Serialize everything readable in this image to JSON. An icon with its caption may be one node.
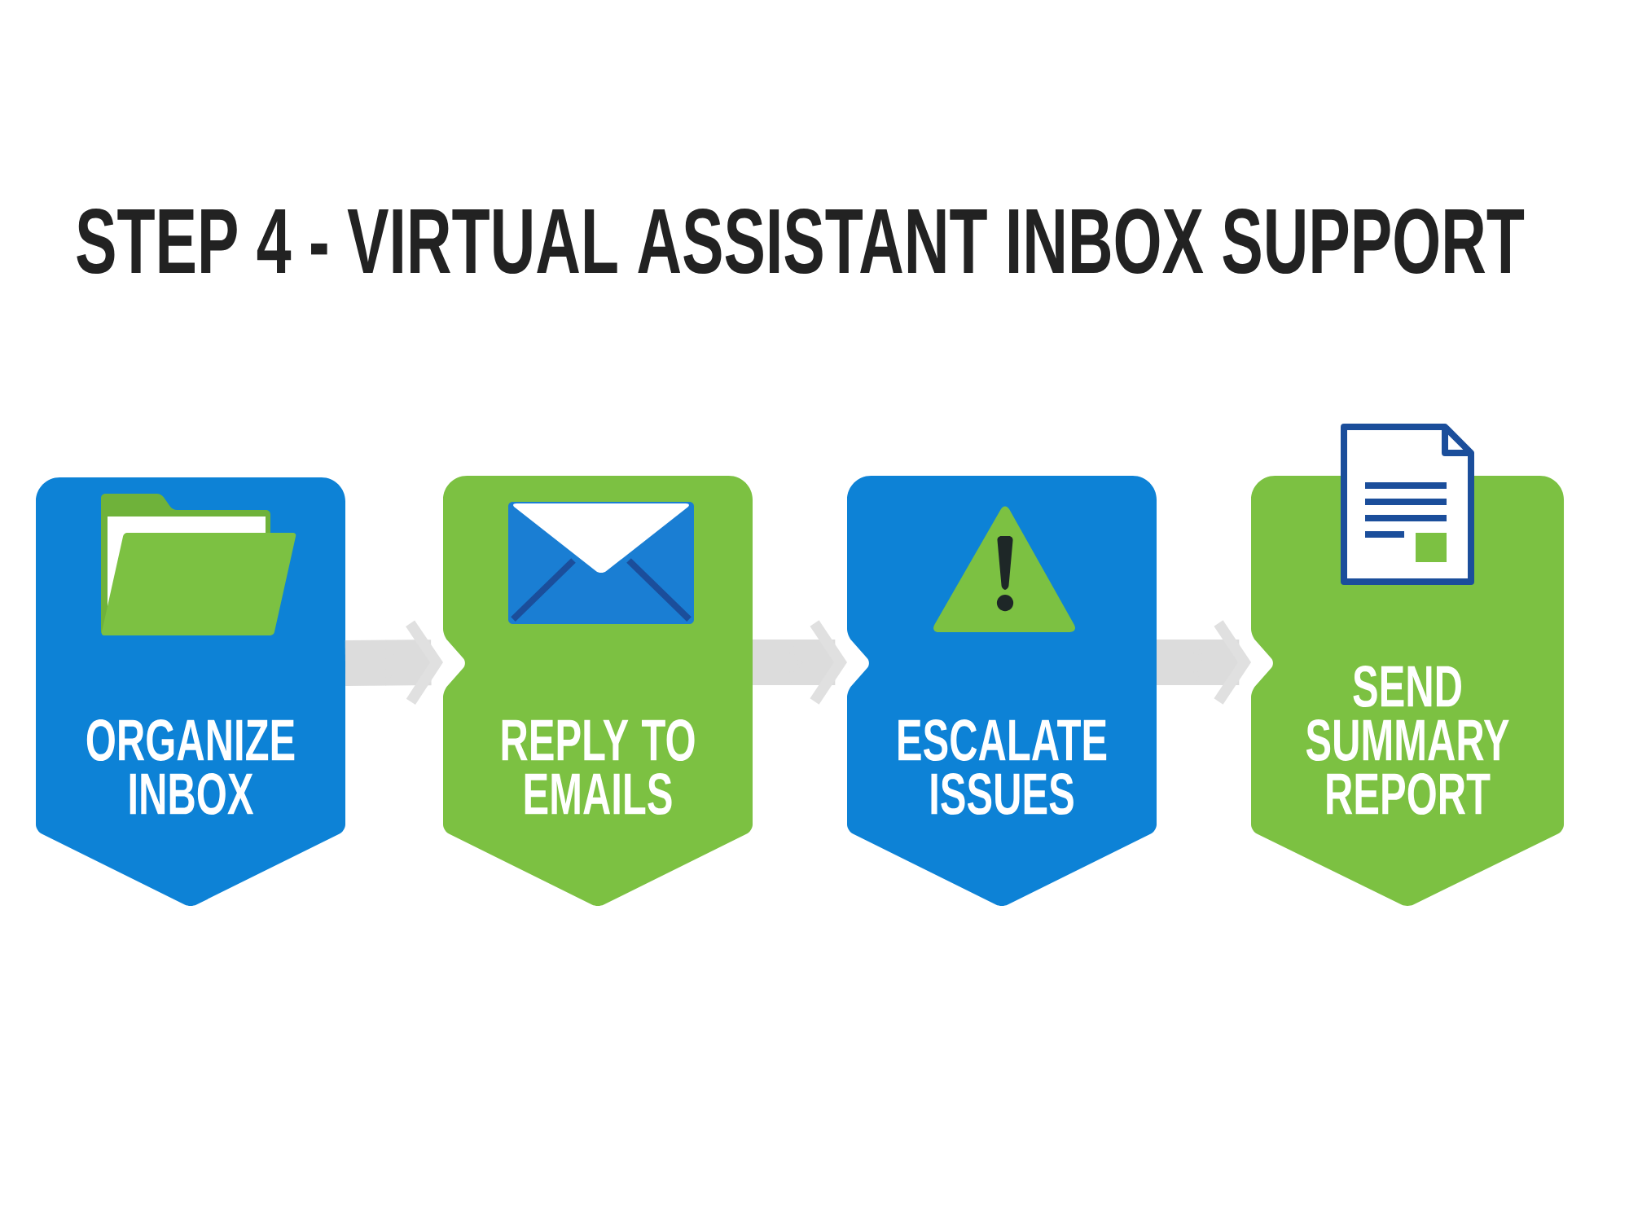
{
  "diagram": {
    "title": "STEP 4 - VIRTUAL ASSISTANT INBOX SUPPORT",
    "nodes": [
      {
        "text": [
          "ORGANIZE INBOX"
        ]
      },
      {
        "text": [
          "REPLY TO EMAILS"
        ]
      },
      {
        "text": [
          "ESCALATE ISSUES"
        ]
      },
      {
        "text": [
          "SEND SUMMARY REPORT"
        ]
      }
    ],
    "edges": [
      {
        "from": 0,
        "to": 1,
        "arrow": "to"
      },
      {
        "from": 1,
        "to": 2,
        "arrow": "to"
      },
      {
        "from": 2,
        "to": 3,
        "arrow": "to"
      }
    ]
  }
}
